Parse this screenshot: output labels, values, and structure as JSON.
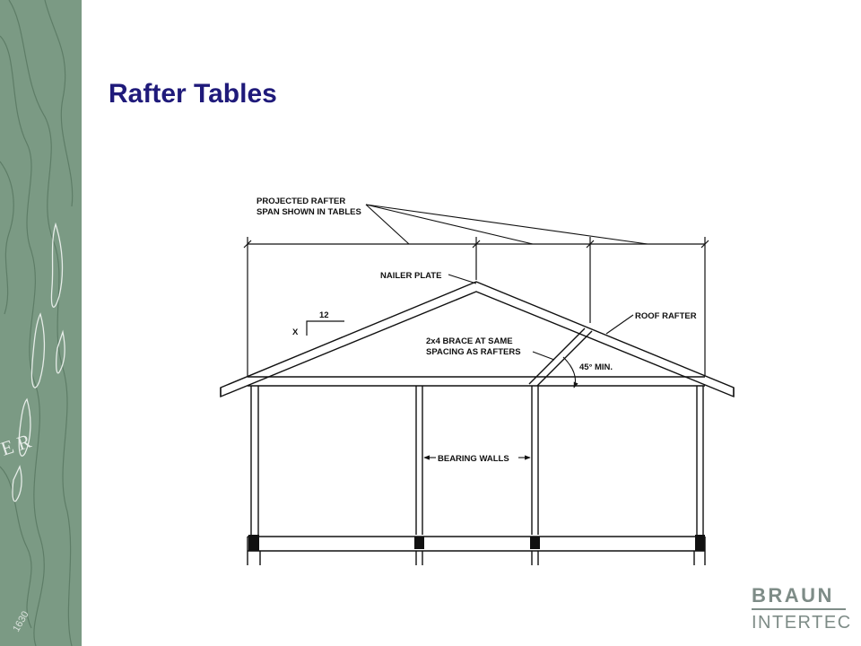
{
  "slide": {
    "title": "Rafter Tables"
  },
  "sidebar": {
    "map_text_1": "E R",
    "map_text_2": "1630"
  },
  "diagram": {
    "callout_span_line1": "PROJECTED RAFTER",
    "callout_span_line2": "SPAN SHOWN IN TABLES",
    "nailer_plate": "NAILER PLATE",
    "roof_rafter": "ROOF RAFTER",
    "brace_line1": "2x4 BRACE AT SAME",
    "brace_line2": "SPACING AS RAFTERS",
    "brace_angle": "45° MIN.",
    "pitch_rise": "X",
    "pitch_run": "12",
    "bearing_walls": "BEARING WALLS"
  },
  "logo": {
    "line1": "BRAUN",
    "line2": "INTERTEC"
  },
  "colors": {
    "title": "#1f1a7a",
    "sidebar": "#7b9a84",
    "logo": "#7e8c87"
  }
}
